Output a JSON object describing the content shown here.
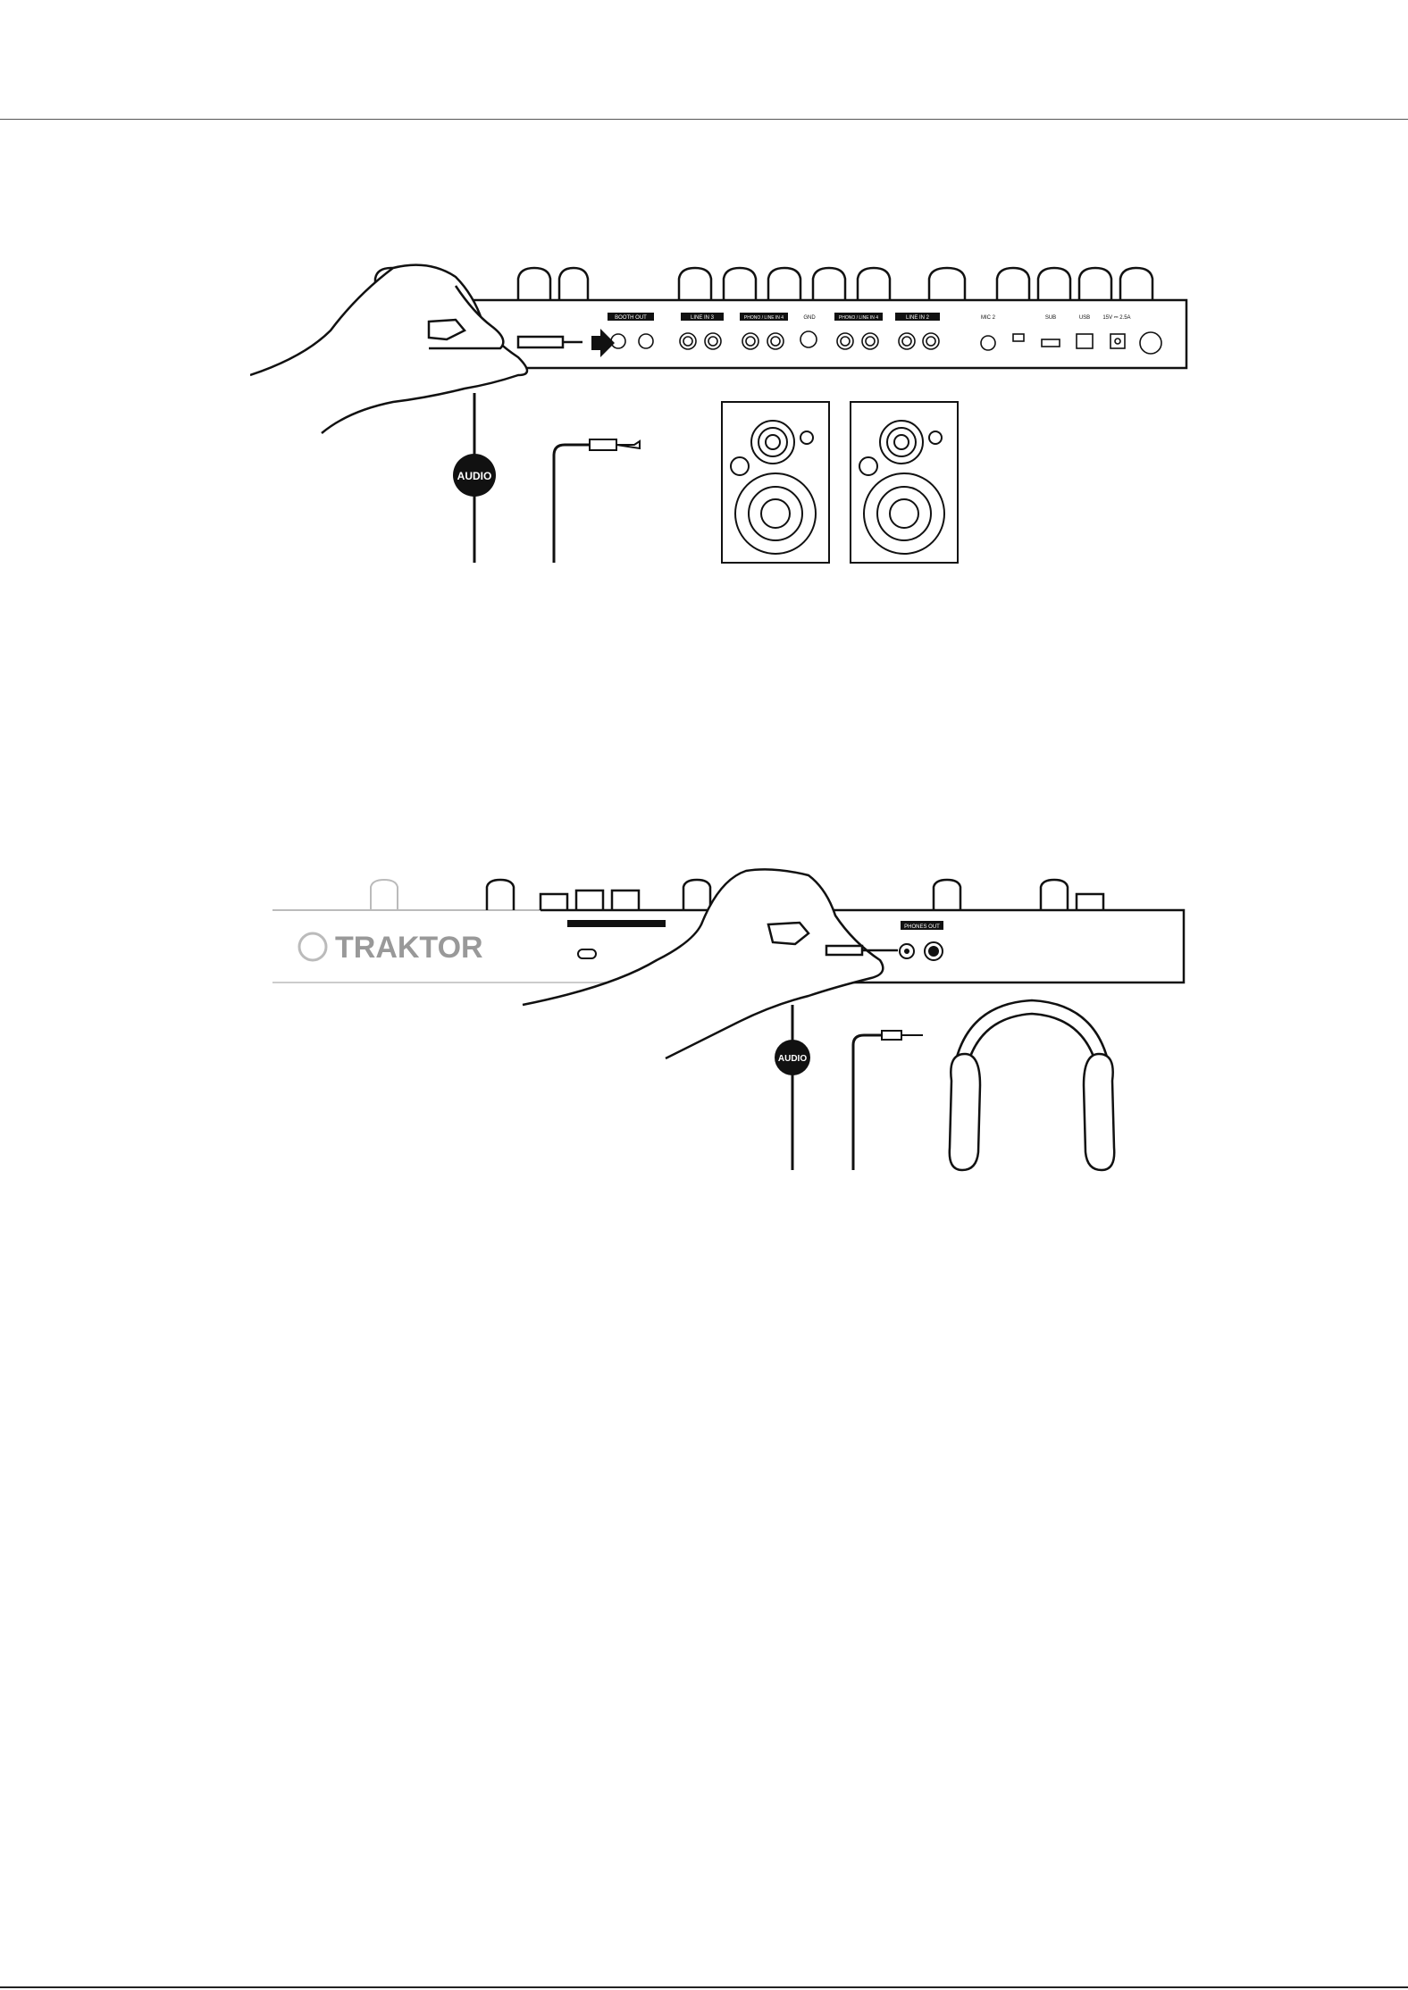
{
  "figures": {
    "rear_panel": {
      "labels": {
        "booth_out": "BOOTH OUT",
        "line_in_1": "LINE IN 3",
        "phono_line_a": "PHONO / LINE IN 4",
        "gnd": "GND",
        "phono_line_b": "PHONO / LINE IN 4",
        "line_in_2": "LINE IN 2",
        "mic": "MIC 2",
        "sub": "SUB",
        "usb": "USB",
        "power": "15V ⎓ 2.5A"
      },
      "badge": "AUDIO"
    },
    "front_panel": {
      "brand": "TRAKTOR",
      "phones_label": "PHONES OUT",
      "badge": "AUDIO"
    }
  },
  "colors": {
    "ink": "#111111",
    "rule": "#555555",
    "faded": "#bbbbbb"
  }
}
